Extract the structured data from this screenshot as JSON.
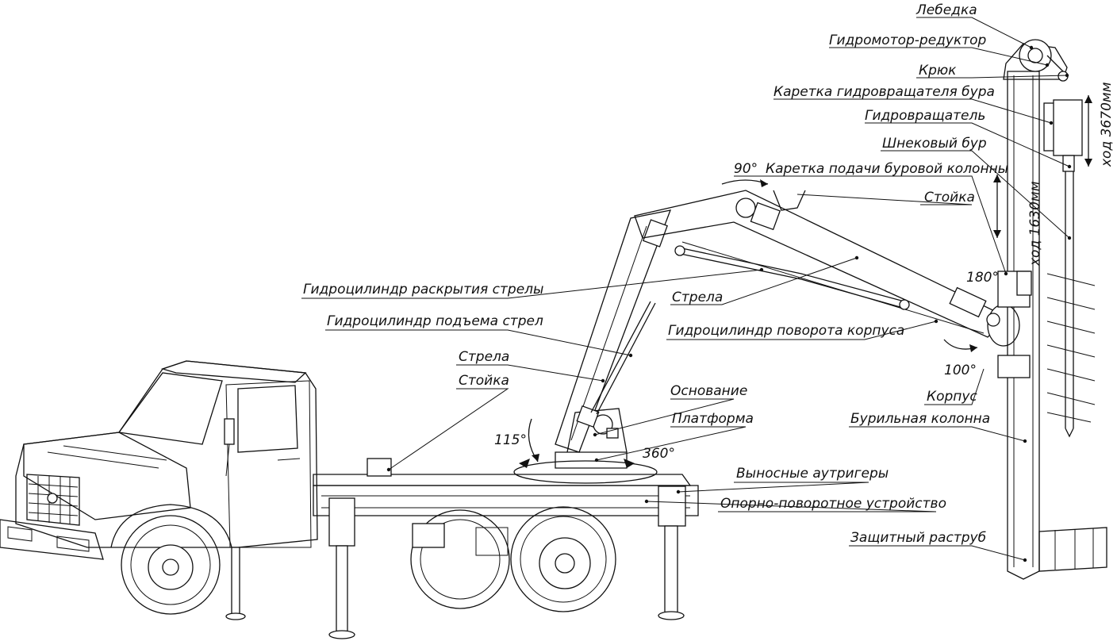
{
  "labels": {
    "lebedka": "Лебедка",
    "gidromotor_reduktor": "Гидромотор-редуктор",
    "kryuk": "Крюк",
    "karetka_gidrovr": "Каретка гидровращателя бура",
    "gidrovrashatel": "Гидровращатель",
    "shnekovyi_bur": "Шнековый бур",
    "karetka_podachi": "Каретка подачи буровой колонны",
    "stoyka_top": "Стойка",
    "gc_raskrytiya": "Гидроцилиндр раскрытия стрелы",
    "strela_upper": "Стрела",
    "gc_povorota": "Гидроцилиндр поворота корпуса",
    "gc_podema": "Гидроцилиндр подъема стрел",
    "strela_lower": "Стрела",
    "stoyka_lower": "Стойка",
    "osnovanie": "Основание",
    "platforma": "Платформа",
    "korpus": "Корпус",
    "burilnaya_kolonna": "Бурильная колонна",
    "vynosnye_autrigery": "Выносные аутригеры",
    "oporno_povorotnoe": "Опорно-поворотное устройство",
    "zashitnyi_rastrub": "Защитный раструб"
  },
  "dimensions": {
    "hod_3670": "ход 3670мм",
    "hod_1630": "ход 1630мм"
  },
  "angles": {
    "a90": "90°",
    "a180": "180°",
    "a100": "100°",
    "a115": "115°",
    "a360": "360°"
  }
}
